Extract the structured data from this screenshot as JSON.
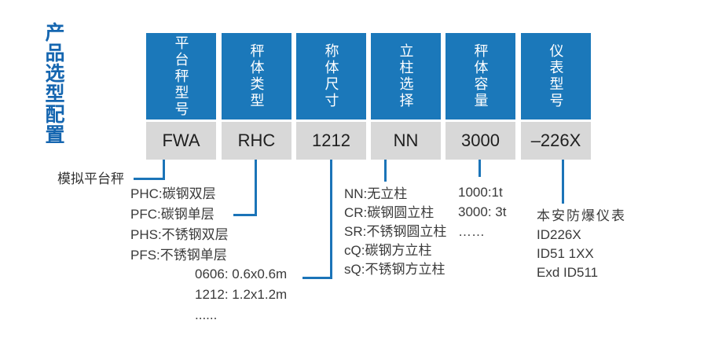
{
  "title": "产品选型配置",
  "colors": {
    "header_blue": "#1b78ba",
    "title_blue": "#1566b0",
    "connector_blue": "#1b74b8",
    "value_gray": "#d8d8d8",
    "text_dark": "#1f1f1f",
    "note_text": "#3a3a3a"
  },
  "columns": [
    {
      "header": "平台秤型号",
      "value": "FWA"
    },
    {
      "header": "秤体类型",
      "value": "RHC"
    },
    {
      "header": "称体尺寸",
      "value": "1212"
    },
    {
      "header": "立柱选择",
      "value": "NN"
    },
    {
      "header": "秤体容量",
      "value": "3000"
    },
    {
      "header": "仪表型号",
      "value": "–226X"
    }
  ],
  "notes": {
    "platform_model": [
      "模拟平台秤"
    ],
    "scale_body_type": [
      "PHC:碳钢双层",
      "PFC:碳钢单层",
      "PHS:不锈钢双层",
      "PFS:不锈钢单层"
    ],
    "scale_body_size": [
      "0606: 0.6x0.6m",
      "1212: 1.2x1.2m",
      "......"
    ],
    "column_selection": [
      "NN:无立柱",
      "CR:碳钢圆立柱",
      "SR:不锈钢圆立柱",
      "cQ:碳钢方立柱",
      "sQ:不锈钢方立柱"
    ],
    "scale_body_capacity": [
      "1000:1t",
      "3000: 3t",
      "……"
    ],
    "indicator_model": [
      "本安防爆仪表",
      "ID226X",
      "ID51 1XX",
      "Exd ID511"
    ]
  }
}
